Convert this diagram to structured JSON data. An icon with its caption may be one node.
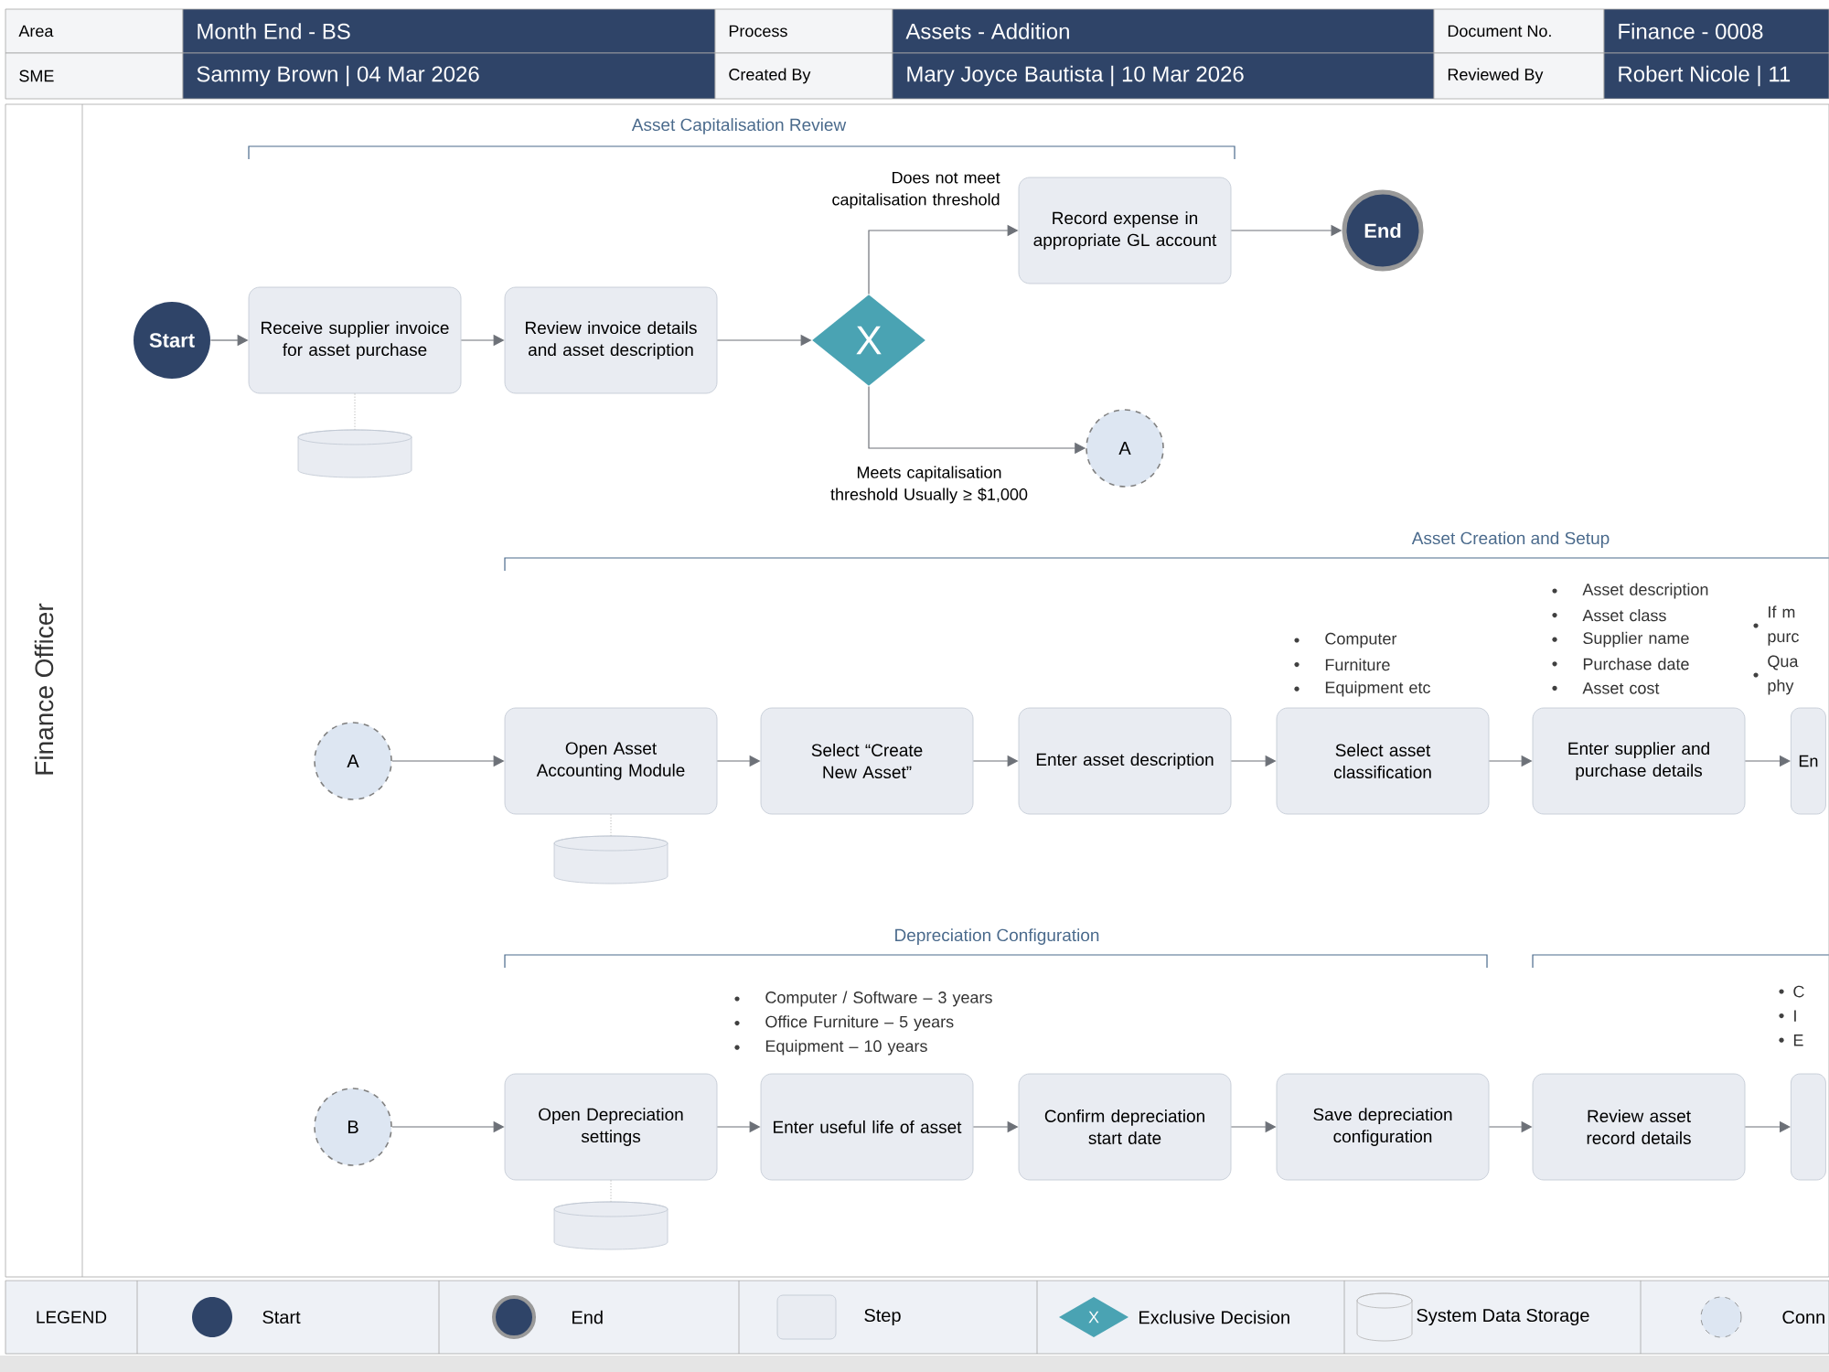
{
  "diagram": {
    "nodes": [
      {
        "text": [
          "Finance Officer"
        ]
      },
      {
        "text": [
          "Start"
        ],
        "in": 0
      },
      {
        "text": [
          "Receive supplier invoice for asset purchase"
        ],
        "in": 0
      },
      {
        "text": [],
        "shape": "cylinder",
        "in": 0
      },
      {
        "text": [
          "Review invoice details and asset description"
        ],
        "in": 0
      },
      {
        "text": [
          "X"
        ],
        "in": 0
      },
      {
        "text": [
          "Record expense in appropriate GL account"
        ],
        "in": 0
      },
      {
        "text": [
          "End"
        ],
        "in": 0
      },
      {
        "text": [
          "A"
        ],
        "in": 0
      },
      {
        "text": [
          "A"
        ],
        "in": 0
      },
      {
        "text": [
          "Open Asset Accounting Module"
        ],
        "in": 0
      },
      {
        "text": [],
        "shape": "cylinder",
        "in": 0
      },
      {
        "text": [
          "Select “Create New Asset”"
        ],
        "in": 0
      },
      {
        "text": [
          "Enter asset description"
        ],
        "in": 0
      },
      {
        "text": [
          "Select asset classification"
        ],
        "in": 0,
        "beside": [
          "Computer",
          "Furniture",
          "Equipment etc"
        ]
      },
      {
        "text": [
          "Enter supplier and purchase details"
        ],
        "in": 0,
        "beside": [
          "Asset description",
          "Asset class",
          "Supplier name",
          "Purchase date",
          "Asset cost"
        ]
      },
      {
        "text": [
          "En"
        ],
        "in": 0,
        "beside": [
          "If m purc",
          "Qua phy"
        ]
      },
      {
        "text": [
          "B"
        ],
        "in": 0
      },
      {
        "text": [
          "Open Depreciation settings"
        ],
        "in": 0
      },
      {
        "text": [],
        "shape": "cylinder",
        "in": 0
      },
      {
        "text": [
          "Enter useful life of asset"
        ],
        "in": 0,
        "beside": [
          "Computer / Software – 3 years",
          "Office Furniture – 5 years",
          "Equipment – 10 years"
        ]
      },
      {
        "text": [
          "Confirm depreciation start date"
        ],
        "in": 0
      },
      {
        "text": [
          "Save depreciation configuration"
        ],
        "in": 0
      },
      {
        "text": [
          "Review asset record details"
        ],
        "in": 0
      },
      {
        "text": [],
        "shape": "box",
        "in": 0,
        "beside": [
          "C",
          "I",
          "E"
        ]
      }
    ],
    "edges": [
      {
        "from": 1,
        "to": 2,
        "arrow": "to"
      },
      {
        "from": 2,
        "to": 4,
        "arrow": "to"
      },
      {
        "from": 4,
        "to": 5,
        "arrow": "to"
      },
      {
        "from": 5,
        "to": 6,
        "arrow": "to",
        "label": "Does not meet capitalisation threshold"
      },
      {
        "from": 6,
        "to": 7,
        "arrow": "to"
      },
      {
        "from": 5,
        "to": 8,
        "arrow": "to",
        "label": "Meets capitalisation threshold Usually ≥ $1,000"
      },
      {
        "from": 2,
        "to": 3,
        "arrow": "none",
        "style": "dashed"
      },
      {
        "from": 9,
        "to": 10,
        "arrow": "to"
      },
      {
        "from": 10,
        "to": 12,
        "arrow": "to"
      },
      {
        "from": 12,
        "to": 13,
        "arrow": "to"
      },
      {
        "from": 13,
        "to": 14,
        "arrow": "to"
      },
      {
        "from": 14,
        "to": 15,
        "arrow": "to"
      },
      {
        "from": 15,
        "to": 16,
        "arrow": "to"
      },
      {
        "from": 10,
        "to": 11,
        "arrow": "none",
        "style": "dashed"
      },
      {
        "from": 17,
        "to": 18,
        "arrow": "to"
      },
      {
        "from": 18,
        "to": 20,
        "arrow": "to"
      },
      {
        "from": 20,
        "to": 21,
        "arrow": "to"
      },
      {
        "from": 21,
        "to": 22,
        "arrow": "to"
      },
      {
        "from": 22,
        "to": 23,
        "arrow": "to"
      },
      {
        "from": 23,
        "to": 24,
        "arrow": "to"
      },
      {
        "from": 18,
        "to": 19,
        "arrow": "none",
        "style": "dashed"
      }
    ],
    "labels": [
      "Area",
      "Month End - BS",
      "Process",
      "Assets - Addition",
      "Document No.",
      "Finance - 0008",
      "SME",
      "Sammy Brown | 04 Mar 2026",
      "Created By",
      "Mary Joyce Bautista | 10 Mar 2026",
      "Reviewed By",
      "Robert Nicole |  11",
      "Asset Capitalisation Review",
      "Asset Creation and Setup",
      "Depreciation Configuration",
      "LEGEND",
      "X"
    ],
    "legend": [
      {
        "text": "Start"
      },
      {
        "text": "End"
      },
      {
        "text": "Step"
      },
      {
        "text": "Exclusive Decision"
      },
      {
        "text": "System Data Storage"
      },
      {
        "text": "Conn"
      }
    ]
  }
}
